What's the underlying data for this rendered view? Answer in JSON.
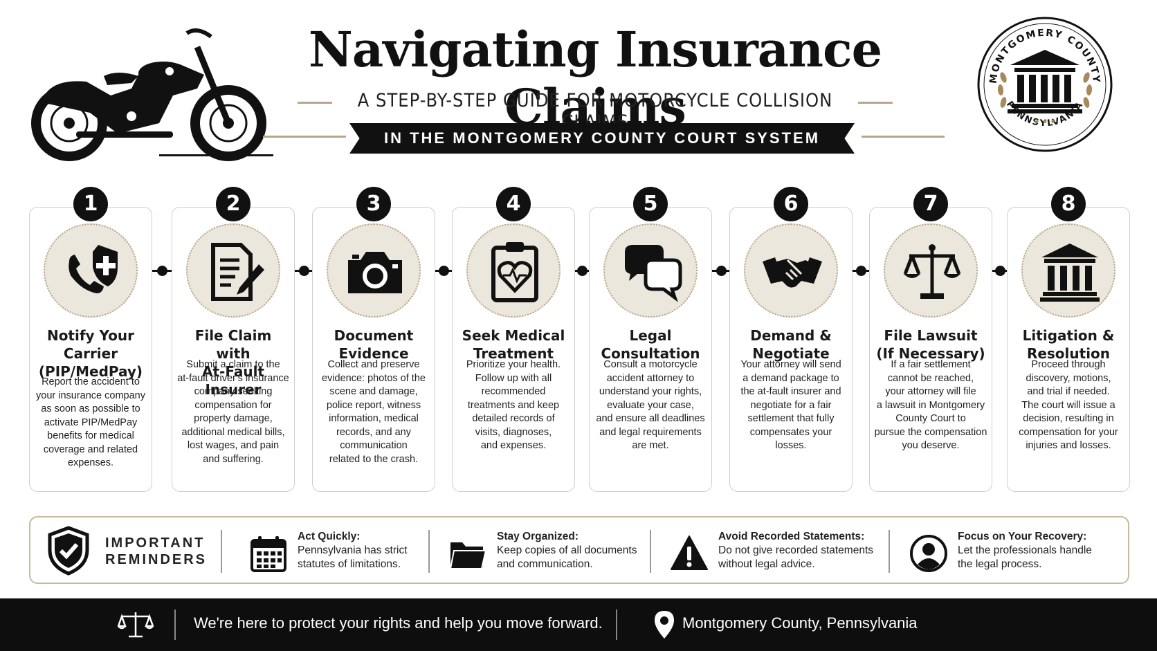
{
  "header": {
    "title": "Navigating Insurance Claims",
    "subtitle": "A STEP-BY-STEP GUIDE FOR MOTORCYCLE COLLISION CLAIMS",
    "banner": "IN THE MONTGOMERY COUNTY COURT SYSTEM",
    "seal_top": "MONTGOMERY COUNTY",
    "seal_bottom": "PENNSYLVANIA",
    "seal_stars": "★ ★ ★"
  },
  "steps": [
    {
      "number": "1",
      "title_lines": [
        "Notify Your",
        "Carrier",
        "(PIP/MedPay)"
      ],
      "desc_lines": [
        "Report the accident to",
        "your insurance company",
        "as soon as possible to",
        "activate PIP/MedPay",
        "benefits for medical",
        "coverage and related",
        "expenses."
      ],
      "icon": "phone-shield-icon"
    },
    {
      "number": "2",
      "title_lines": [
        "File Claim with",
        "At-Fault Insurer"
      ],
      "desc_lines": [
        "Submit a claim to the",
        "at-fault driver's insurance",
        "company seeking",
        "compensation for",
        "property damage,",
        "additional medical bills,",
        "lost wages, and pain",
        "and suffering."
      ],
      "icon": "document-pen-icon"
    },
    {
      "number": "3",
      "title_lines": [
        "Document",
        "Evidence"
      ],
      "desc_lines": [
        "Collect and preserve",
        "evidence: photos of the",
        "scene and damage,",
        "police report, witness",
        "information, medical",
        "records, and any",
        "communication",
        "related to the crash."
      ],
      "icon": "camera-icon"
    },
    {
      "number": "4",
      "title_lines": [
        "Seek Medical",
        "Treatment"
      ],
      "desc_lines": [
        "Prioritize your health.",
        "Follow up with all",
        "recommended",
        "treatments and keep",
        "detailed records of",
        "visits, diagnoses,",
        "and expenses."
      ],
      "icon": "medical-clipboard-icon"
    },
    {
      "number": "5",
      "title_lines": [
        "Legal",
        "Consultation"
      ],
      "desc_lines": [
        "Consult a motorcycle",
        "accident attorney to",
        "understand your rights,",
        "evaluate your case,",
        "and ensure all deadlines",
        "and legal requirements",
        "are met."
      ],
      "icon": "speech-bubbles-icon"
    },
    {
      "number": "6",
      "title_lines": [
        "Demand &",
        "Negotiate"
      ],
      "desc_lines": [
        "Your attorney will send",
        "a demand package to",
        "the at-fault insurer and",
        "negotiate for a fair",
        "settlement that fully",
        "compensates your",
        "losses."
      ],
      "icon": "handshake-icon"
    },
    {
      "number": "7",
      "title_lines": [
        "File Lawsuit",
        "(If Necessary)"
      ],
      "desc_lines": [
        "If a fair settlement",
        "cannot be reached,",
        "your attorney will file",
        "a lawsuit in Montgomery",
        "County Court to",
        "pursue the compensation",
        "you deserve."
      ],
      "icon": "scales-icon"
    },
    {
      "number": "8",
      "title_lines": [
        "Litigation &",
        "Resolution"
      ],
      "desc_lines": [
        "Proceed through",
        "discovery, motions,",
        "and trial if needed.",
        "The court will issue a",
        "decision, resulting in",
        "compensation for your",
        "injuries and losses."
      ],
      "icon": "courthouse-icon"
    }
  ],
  "reminders": {
    "title_lines": [
      "IMPORTANT",
      "REMINDERS"
    ],
    "items": [
      {
        "head": "Act Quickly:",
        "lines": [
          "Pennsylvania has strict",
          "statutes of limitations."
        ],
        "icon": "calendar-icon"
      },
      {
        "head": "Stay Organized:",
        "lines": [
          "Keep copies of all documents",
          "and communication."
        ],
        "icon": "folder-icon"
      },
      {
        "head": "Avoid Recorded Statements:",
        "lines": [
          "Do not give recorded statements",
          "without legal advice."
        ],
        "icon": "warning-icon"
      },
      {
        "head": "Focus on Your Recovery:",
        "lines": [
          "Let the professionals handle",
          "the legal process."
        ],
        "icon": "person-icon"
      }
    ]
  },
  "footer": {
    "tagline": "We're here to protect your rights and help you move forward.",
    "location": "Montgomery County, Pennsylvania"
  }
}
